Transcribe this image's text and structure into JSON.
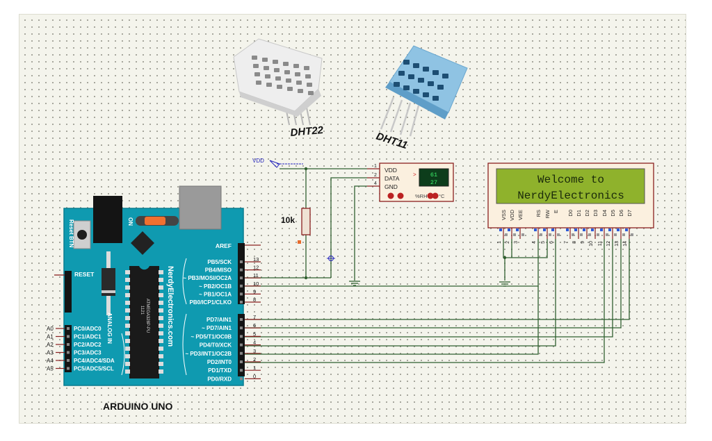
{
  "sensors": {
    "dht22_label": "DHT22",
    "dht11_label": "DHT11"
  },
  "power": {
    "vdd_label": "VDD",
    "resistor_label": "10k"
  },
  "dht_module": {
    "pins": [
      {
        "num": "1",
        "name": "VDD"
      },
      {
        "num": "2",
        "name": "DATA"
      },
      {
        "num": "4",
        "name": "GND"
      }
    ],
    "display_top": "61",
    "display_bottom": "27",
    "rh_label": "%RH",
    "temp_label": "°C",
    "arrow": ">"
  },
  "lcd": {
    "line1": "Welcome to",
    "line2": "NerdyElectronics",
    "pin_names": [
      "VSS",
      "VDD",
      "VEE",
      "RS",
      "RW",
      "E",
      "D0",
      "D1",
      "D2",
      "D3",
      "D4",
      "D5",
      "D6",
      "D7"
    ],
    "pin_numbers": [
      "1",
      "2",
      "3",
      "4",
      "5",
      "6",
      "7",
      "8",
      "9",
      "10",
      "11",
      "12",
      "13",
      "14"
    ]
  },
  "arduino": {
    "board_label": "ARDUINO UNO",
    "brand": "NerdyElectronics.com",
    "reset_btn": "Reset BTN",
    "on_label": "ON",
    "analog_in": "ANALOG IN",
    "reset_label": "RESET",
    "chip_text_1": "ATMEGA328P-PU",
    "chip_text_2": "1121",
    "aref": "AREF",
    "digital_top": [
      {
        "name": "PB5/SCK",
        "num": "13"
      },
      {
        "name": "PB4/MISO",
        "num": "12"
      },
      {
        "name": "~ PB3/MOSI/OC2A",
        "num": "11"
      },
      {
        "name": "~ PB2/OC1B",
        "num": "10"
      },
      {
        "name": "~ PB1/OC1A",
        "num": "9"
      },
      {
        "name": "PB0/ICP1/CLKO",
        "num": "8"
      }
    ],
    "digital_bottom": [
      {
        "name": "PD7/AIN1",
        "num": "7"
      },
      {
        "name": "~ PD7/AIN1",
        "num": "6"
      },
      {
        "name": "~ PD5/T1/OC0B",
        "num": "5"
      },
      {
        "name": "PD4/T0/XCK",
        "num": "4"
      },
      {
        "name": "~ PD3/INT1/OC2B",
        "num": "3"
      },
      {
        "name": "PD2/INT0",
        "num": "2"
      },
      {
        "name": "PD1/TXD",
        "num": "1"
      },
      {
        "name": "PD0/RXD",
        "num": "0"
      }
    ],
    "analog": [
      {
        "ext": "A0",
        "name": "PC0/ADC0"
      },
      {
        "ext": "A1",
        "name": "PC1/ADC1"
      },
      {
        "ext": "A2",
        "name": "PC2/ADC2"
      },
      {
        "ext": "A3",
        "name": "PC3/ADC3"
      },
      {
        "ext": "A4",
        "name": "PC4/ADC4/SDA"
      },
      {
        "ext": "A5",
        "name": "PC5/ADC5/SCL"
      }
    ]
  }
}
